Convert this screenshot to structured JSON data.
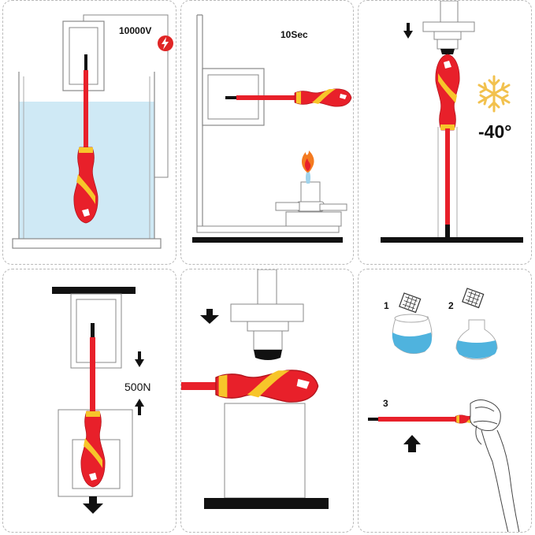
{
  "panels": {
    "water_test": {
      "voltage": "10000V"
    },
    "flame_test": {
      "duration": "10Sec"
    },
    "cold_test": {
      "temperature": "-40°"
    },
    "tension_test": {
      "force": "500N"
    },
    "steps": {
      "step1": "1",
      "step2": "2",
      "step3": "3"
    }
  },
  "colors": {
    "handle_red": "#e8202a",
    "handle_yellow": "#f7c52a",
    "water_blue": "#cfe9f5",
    "snow_gold": "#f2c14e"
  },
  "icons": [
    "lightning-icon",
    "snowflake-icon",
    "flame-icon",
    "arrow-down-icon",
    "arrow-up-icon",
    "hand-icon"
  ]
}
